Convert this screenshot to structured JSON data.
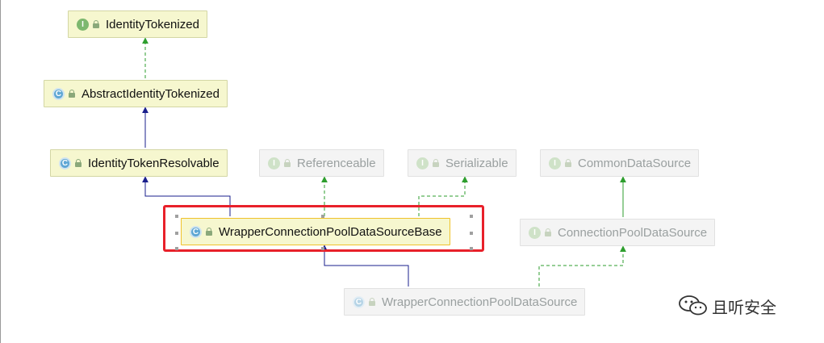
{
  "diagram": {
    "nodes": {
      "identity_tokenized": {
        "kind": "I",
        "name": "IdentityTokenized"
      },
      "abstract_identity_tokenized": {
        "kind": "C",
        "name": "AbstractIdentityTokenized"
      },
      "identity_token_resolvable": {
        "kind": "C",
        "name": "IdentityTokenResolvable"
      },
      "referenceable": {
        "kind": "I",
        "name": "Referenceable"
      },
      "serializable": {
        "kind": "I",
        "name": "Serializable"
      },
      "common_data_source": {
        "kind": "I",
        "name": "CommonDataSource"
      },
      "wrapper_cpds_base": {
        "kind": "C",
        "name": "WrapperConnectionPoolDataSourceBase"
      },
      "connection_pool_data_source": {
        "kind": "I",
        "name": "ConnectionPoolDataSource"
      },
      "wrapper_cpds": {
        "kind": "C",
        "name": "WrapperConnectionPoolDataSource"
      }
    },
    "edges": [
      {
        "from": "AbstractIdentityTokenized",
        "to": "IdentityTokenized",
        "type": "implements"
      },
      {
        "from": "IdentityTokenResolvable",
        "to": "AbstractIdentityTokenized",
        "type": "extends"
      },
      {
        "from": "WrapperConnectionPoolDataSourceBase",
        "to": "IdentityTokenResolvable",
        "type": "extends"
      },
      {
        "from": "WrapperConnectionPoolDataSourceBase",
        "to": "Referenceable",
        "type": "implements"
      },
      {
        "from": "WrapperConnectionPoolDataSourceBase",
        "to": "Serializable",
        "type": "implements"
      },
      {
        "from": "ConnectionPoolDataSource",
        "to": "CommonDataSource",
        "type": "extends"
      },
      {
        "from": "WrapperConnectionPoolDataSource",
        "to": "WrapperConnectionPoolDataSourceBase",
        "type": "extends"
      },
      {
        "from": "WrapperConnectionPoolDataSource",
        "to": "ConnectionPoolDataSource",
        "type": "implements"
      }
    ],
    "colors": {
      "extends_arrow": "#1a1f8c",
      "implements_arrow": "#2e9e2e",
      "highlight_border": "#e8202a"
    }
  },
  "watermark": {
    "text": "且听安全",
    "icon": "wechat-icon"
  }
}
